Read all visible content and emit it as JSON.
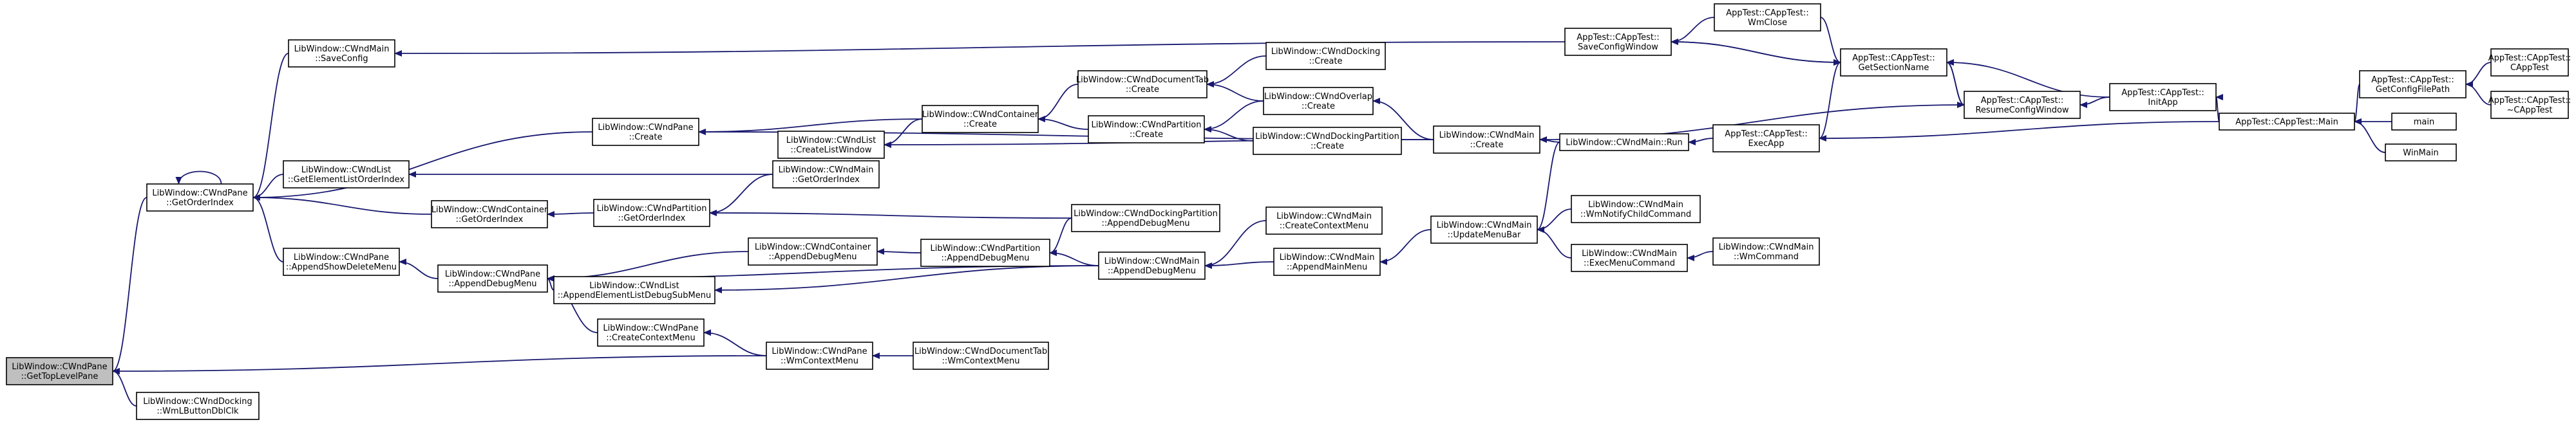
{
  "diagram": {
    "nodes": [
      {
        "id": "gettoplevelpane",
        "lines": [
          "LibWindow::CWndPane",
          "::GetTopLevelPane"
        ],
        "current": true
      },
      {
        "id": "wmlbuttondblclk",
        "lines": [
          "LibWindow::CWndDocking",
          "::WmLButtonDblClk"
        ]
      },
      {
        "id": "getorderindex-pane",
        "lines": [
          "LibWindow::CWndPane",
          "::GetOrderIndex"
        ]
      },
      {
        "id": "saveconfig",
        "lines": [
          "LibWindow::CWndMain",
          "::SaveConfig"
        ]
      },
      {
        "id": "getelementlistorderindex",
        "lines": [
          "LibWindow::CWndList",
          "::GetElementListOrderIndex"
        ]
      },
      {
        "id": "appendshowdeletemenu",
        "lines": [
          "LibWindow::CWndPane",
          "::AppendShowDeleteMenu"
        ]
      },
      {
        "id": "pane-create",
        "lines": [
          "LibWindow::CWndPane",
          "::Create"
        ]
      },
      {
        "id": "createlistwindow",
        "lines": [
          "LibWindow::CWndList",
          "::CreateListWindow"
        ]
      },
      {
        "id": "container-getorderindex",
        "lines": [
          "LibWindow::CWndContainer",
          "::GetOrderIndex"
        ]
      },
      {
        "id": "pane-appenddebugmenu",
        "lines": [
          "LibWindow::CWndPane",
          "::AppendDebugMenu"
        ]
      },
      {
        "id": "appendelementlistdebugsubmenu",
        "lines": [
          "LibWindow::CWndList",
          "::AppendElementListDebugSubMenu"
        ]
      },
      {
        "id": "createcontextmenu",
        "lines": [
          "LibWindow::CWndPane",
          "::CreateContextMenu"
        ]
      },
      {
        "id": "container-create",
        "lines": [
          "LibWindow::CWndContainer",
          "::Create"
        ]
      },
      {
        "id": "partition-getorderindex",
        "lines": [
          "LibWindow::CWndPartition",
          "::GetOrderIndex"
        ]
      },
      {
        "id": "main-getorderindex",
        "lines": [
          "LibWindow::CWndMain",
          "::GetOrderIndex"
        ]
      },
      {
        "id": "container-appenddebugmenu",
        "lines": [
          "LibWindow::CWndContainer",
          "::AppendDebugMenu"
        ]
      },
      {
        "id": "partition-appenddebugmenu",
        "lines": [
          "LibWindow::CWndPartition",
          "::AppendDebugMenu"
        ]
      },
      {
        "id": "pane-wmcontextmenu",
        "lines": [
          "LibWindow::CWndPane",
          "::WmContextMenu"
        ]
      },
      {
        "id": "documenttab-create",
        "lines": [
          "LibWindow::CWndDocumentTab",
          "::Create"
        ]
      },
      {
        "id": "partition-create",
        "lines": [
          "LibWindow::CWndPartition",
          "::Create"
        ]
      },
      {
        "id": "dockingpartition-appenddebugmenu",
        "lines": [
          "LibWindow::CWndDockingPartition",
          "::AppendDebugMenu"
        ]
      },
      {
        "id": "main-appenddebugmenu",
        "lines": [
          "LibWindow::CWndMain",
          "::AppendDebugMenu"
        ]
      },
      {
        "id": "documenttab-wmcontextmenu",
        "lines": [
          "LibWindow::CWndDocumentTab",
          "::WmContextMenu"
        ]
      },
      {
        "id": "docking-create",
        "lines": [
          "LibWindow::CWndDocking",
          "::Create"
        ]
      },
      {
        "id": "overlap-create",
        "lines": [
          "LibWindow::CWndOverlap",
          "::Create"
        ]
      },
      {
        "id": "dockingpartition-create",
        "lines": [
          "LibWindow::CWndDockingPartition",
          "::Create"
        ]
      },
      {
        "id": "main-createcontextmenu",
        "lines": [
          "LibWindow::CWndMain",
          "::CreateContextMenu"
        ]
      },
      {
        "id": "main-appendmainmenu",
        "lines": [
          "LibWindow::CWndMain",
          "::AppendMainMenu"
        ]
      },
      {
        "id": "main-create",
        "lines": [
          "LibWindow::CWndMain",
          "::Create"
        ]
      },
      {
        "id": "main-updatemenubar",
        "lines": [
          "LibWindow::CWndMain",
          "::UpdateMenuBar"
        ]
      },
      {
        "id": "main-run",
        "lines": [
          "LibWindow::CWndMain::Run"
        ]
      },
      {
        "id": "main-wmnotifychildcommand",
        "lines": [
          "LibWindow::CWndMain",
          "::WmNotifyChildCommand"
        ]
      },
      {
        "id": "main-execmenucommand",
        "lines": [
          "LibWindow::CWndMain",
          "::ExecMenuCommand"
        ]
      },
      {
        "id": "main-wmcommand",
        "lines": [
          "LibWindow::CWndMain",
          "::WmCommand"
        ]
      },
      {
        "id": "saveconfigwindow",
        "lines": [
          "AppTest::CAppTest::",
          "SaveConfigWindow"
        ]
      },
      {
        "id": "wmclose",
        "lines": [
          "AppTest::CAppTest::",
          "WmClose"
        ]
      },
      {
        "id": "getsectionname",
        "lines": [
          "AppTest::CAppTest::",
          "GetSectionName"
        ]
      },
      {
        "id": "resumeconfigwindow",
        "lines": [
          "AppTest::CAppTest::",
          "ResumeConfigWindow"
        ]
      },
      {
        "id": "execapp",
        "lines": [
          "AppTest::CAppTest::",
          "ExecApp"
        ]
      },
      {
        "id": "initapp",
        "lines": [
          "AppTest::CAppTest::",
          "InitApp"
        ]
      },
      {
        "id": "apptest-main",
        "lines": [
          "AppTest::CAppTest::Main"
        ]
      },
      {
        "id": "getconfigfilepath",
        "lines": [
          "AppTest::CAppTest::",
          "GetConfigFilePath"
        ]
      },
      {
        "id": "ctor",
        "lines": [
          "AppTest::CAppTest::",
          "CAppTest"
        ]
      },
      {
        "id": "dtor",
        "lines": [
          "AppTest::CAppTest::",
          "~CAppTest"
        ]
      },
      {
        "id": "main",
        "lines": [
          "main"
        ]
      },
      {
        "id": "winmain",
        "lines": [
          "WinMain"
        ]
      }
    ],
    "edges": [
      {
        "from": "wmlbuttondblclk",
        "to": "gettoplevelpane"
      },
      {
        "from": "getorderindex-pane",
        "to": "gettoplevelpane"
      },
      {
        "from": "pane-wmcontextmenu",
        "to": "gettoplevelpane"
      },
      {
        "from": "getorderindex-pane",
        "to": "getorderindex-pane"
      },
      {
        "from": "saveconfig",
        "to": "getorderindex-pane"
      },
      {
        "from": "pane-create",
        "to": "getorderindex-pane"
      },
      {
        "from": "getelementlistorderindex",
        "to": "getorderindex-pane"
      },
      {
        "from": "container-getorderindex",
        "to": "getorderindex-pane"
      },
      {
        "from": "appendshowdeletemenu",
        "to": "getorderindex-pane"
      },
      {
        "from": "saveconfigwindow",
        "to": "saveconfig"
      },
      {
        "from": "main-getorderindex",
        "to": "getelementlistorderindex"
      },
      {
        "from": "pane-appenddebugmenu",
        "to": "appendshowdeletemenu"
      },
      {
        "from": "container-create",
        "to": "pane-create"
      },
      {
        "from": "container-create",
        "to": "createlistwindow"
      },
      {
        "from": "partition-getorderindex",
        "to": "container-getorderindex"
      },
      {
        "from": "container-appenddebugmenu",
        "to": "pane-appenddebugmenu"
      },
      {
        "from": "appendelementlistdebugsubmenu",
        "to": "pane-appenddebugmenu"
      },
      {
        "from": "main-appenddebugmenu",
        "to": "pane-appenddebugmenu"
      },
      {
        "from": "createcontextmenu",
        "to": "pane-appenddebugmenu"
      },
      {
        "from": "main-appenddebugmenu",
        "to": "appendelementlistdebugsubmenu"
      },
      {
        "from": "pane-wmcontextmenu",
        "to": "createcontextmenu"
      },
      {
        "from": "documenttab-create",
        "to": "container-create"
      },
      {
        "from": "partition-create",
        "to": "container-create"
      },
      {
        "from": "main-getorderindex",
        "to": "partition-getorderindex"
      },
      {
        "from": "dockingpartition-appenddebugmenu",
        "to": "partition-getorderindex"
      },
      {
        "from": "partition-appenddebugmenu",
        "to": "container-appenddebugmenu"
      },
      {
        "from": "dockingpartition-appenddebugmenu",
        "to": "partition-appenddebugmenu"
      },
      {
        "from": "main-appenddebugmenu",
        "to": "partition-appenddebugmenu"
      },
      {
        "from": "documenttab-wmcontextmenu",
        "to": "pane-wmcontextmenu"
      },
      {
        "from": "docking-create",
        "to": "documenttab-create"
      },
      {
        "from": "overlap-create",
        "to": "documenttab-create"
      },
      {
        "from": "overlap-create",
        "to": "partition-create"
      },
      {
        "from": "dockingpartition-create",
        "to": "partition-create"
      },
      {
        "from": "main-create",
        "to": "overlap-create"
      },
      {
        "from": "main-create",
        "to": "pane-create"
      },
      {
        "from": "main-create",
        "to": "createlistwindow"
      },
      {
        "from": "main-createcontextmenu",
        "to": "main-appenddebugmenu"
      },
      {
        "from": "main-appendmainmenu",
        "to": "main-appenddebugmenu"
      },
      {
        "from": "main-updatemenubar",
        "to": "main-appendmainmenu"
      },
      {
        "from": "main-run",
        "to": "main-create"
      },
      {
        "from": "resumeconfigwindow",
        "to": "main-create"
      },
      {
        "from": "main-run",
        "to": "main-updatemenubar"
      },
      {
        "from": "main-wmnotifychildcommand",
        "to": "main-updatemenubar"
      },
      {
        "from": "main-execmenucommand",
        "to": "main-updatemenubar"
      },
      {
        "from": "main-wmcommand",
        "to": "main-execmenucommand"
      },
      {
        "from": "execapp",
        "to": "main-run"
      },
      {
        "from": "wmclose",
        "to": "saveconfigwindow"
      },
      {
        "from": "getsectionname",
        "to": "saveconfigwindow"
      },
      {
        "from": "saveconfigwindow",
        "to": "getsectionname"
      },
      {
        "from": "wmclose",
        "to": "getsectionname"
      },
      {
        "from": "resumeconfigwindow",
        "to": "getsectionname"
      },
      {
        "from": "initapp",
        "to": "getsectionname"
      },
      {
        "from": "execapp",
        "to": "getsectionname"
      },
      {
        "from": "getsectionname",
        "to": "resumeconfigwindow"
      },
      {
        "from": "initapp",
        "to": "resumeconfigwindow"
      },
      {
        "from": "apptest-main",
        "to": "initapp"
      },
      {
        "from": "apptest-main",
        "to": "execapp"
      },
      {
        "from": "getconfigfilepath",
        "to": "apptest-main"
      },
      {
        "from": "main",
        "to": "apptest-main"
      },
      {
        "from": "winmain",
        "to": "apptest-main"
      },
      {
        "from": "ctor",
        "to": "getconfigfilepath"
      },
      {
        "from": "dtor",
        "to": "getconfigfilepath"
      }
    ]
  },
  "colors": {
    "edge": "#191970",
    "node_border": "#000000",
    "node_fill": "#ffffff",
    "current_fill": "#bfbfbf"
  }
}
